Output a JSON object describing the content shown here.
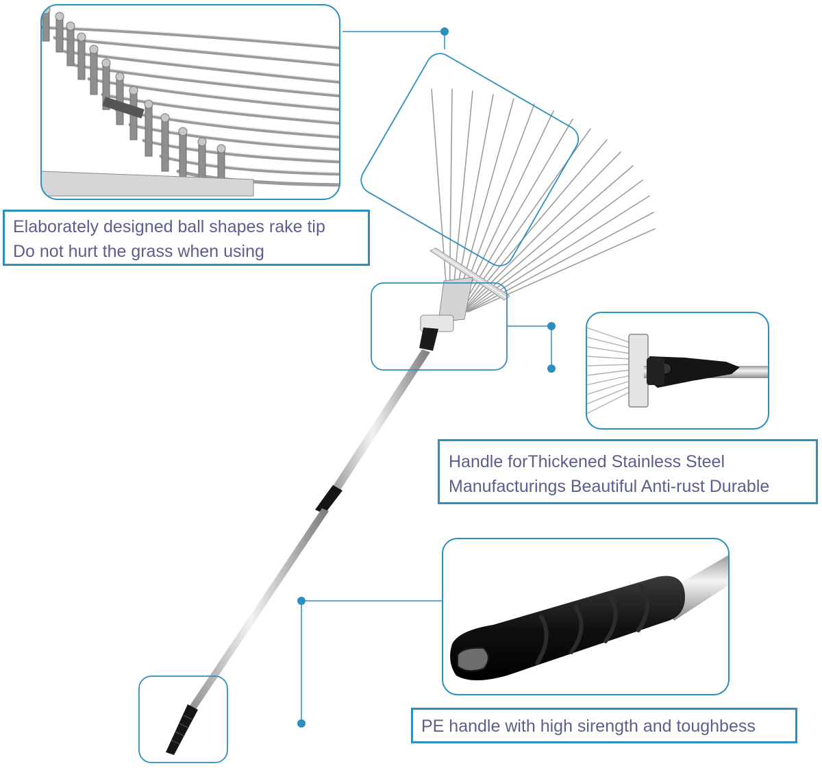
{
  "colors": {
    "accent": "#2b8fbf",
    "caption_text": "#5b5e8e",
    "background": "#ffffff"
  },
  "captions": {
    "tips": {
      "line1": "Elaborately designed ball shapes rake tip",
      "line2": "Do not hurt the grass when using"
    },
    "handle": {
      "line1": "Handle forThickened Stainless Steel",
      "line2": "Manufacturings Beautiful Anti-rust Durable"
    },
    "pe": {
      "line1": "PE handle with high sirength and toughbess"
    }
  }
}
